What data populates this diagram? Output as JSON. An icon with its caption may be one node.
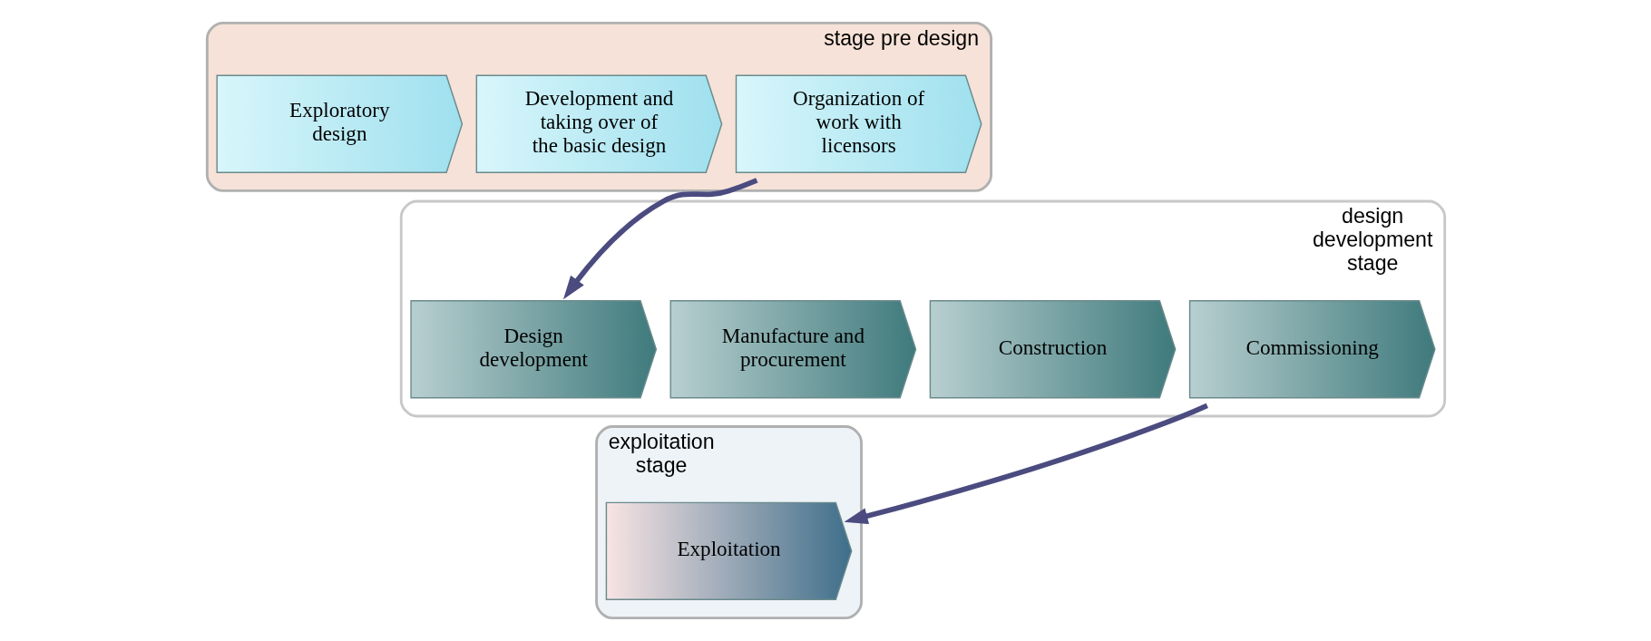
{
  "diagram": {
    "nodes": [
      {
        "text": [
          "stage pre design"
        ]
      },
      {
        "text": [
          "Exploratory design"
        ],
        "in": 0
      },
      {
        "text": [
          "Development and taking over of the basic design"
        ],
        "in": 0
      },
      {
        "text": [
          "Organization of work with licensors"
        ],
        "in": 0
      },
      {
        "text": [
          "design development stage"
        ]
      },
      {
        "text": [
          "Design development"
        ],
        "in": 4
      },
      {
        "text": [
          "Manufacture and procurement"
        ],
        "in": 4
      },
      {
        "text": [
          "Construction"
        ],
        "in": 4
      },
      {
        "text": [
          "Commissioning"
        ],
        "in": 4
      },
      {
        "text": [
          "exploitation stage"
        ]
      },
      {
        "text": [
          "Exploitation"
        ],
        "in": 9
      }
    ],
    "edges": [
      {
        "from": 3,
        "to": 5,
        "arrow": "to"
      },
      {
        "from": 8,
        "to": 10,
        "arrow": "to"
      }
    ]
  }
}
